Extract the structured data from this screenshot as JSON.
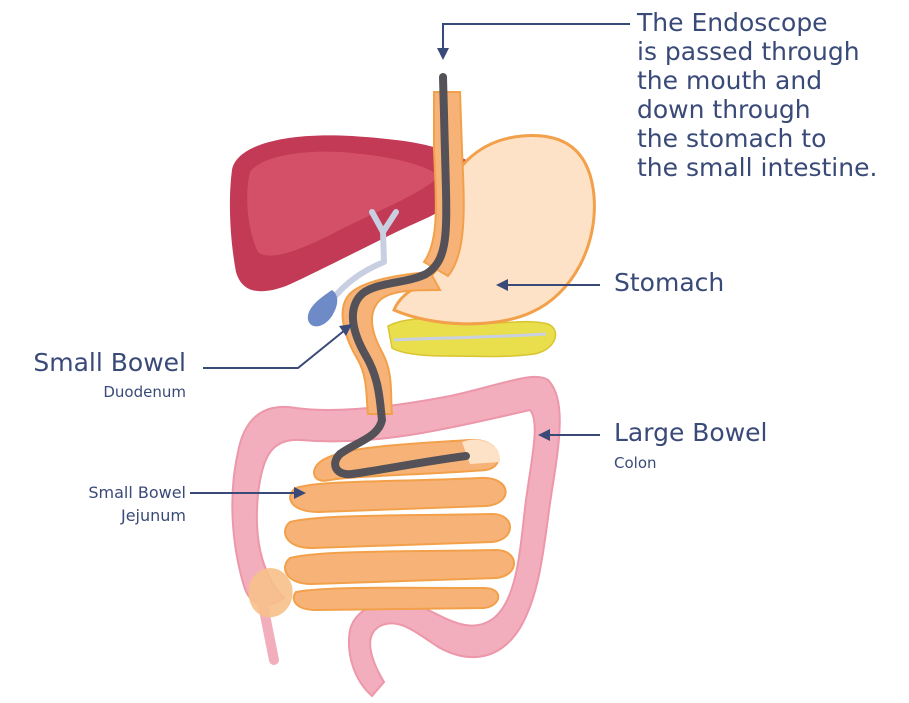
{
  "callout": {
    "lines": [
      "The Endoscope",
      "is passed through",
      "the mouth and",
      "down through",
      "the stomach to",
      "the small intestine."
    ]
  },
  "labels": {
    "stomach": "Stomach",
    "small_bowel_duodenum": {
      "title": "Small Bowel",
      "sub": "Duodenum"
    },
    "large_bowel": {
      "title": "Large Bowel",
      "sub": "Colon"
    },
    "small_bowel_jejunum": {
      "title": "Small Bowel",
      "sub": "Jejunum"
    }
  },
  "colors": {
    "text": "#3a4a78",
    "leader": "#3a4a78",
    "liver": "#c23a55",
    "liver_light": "#d8586f",
    "stomach_fill": "#fde2c8",
    "stomach_outline": "#f2a04a",
    "gut_fill": "#f7b377",
    "colon": "#f2aebc",
    "colon_light": "#f8cdd6",
    "pancreas": "#e9df4d",
    "gallbladder": "#6f8bc7",
    "bile_duct": "#c7cfe0",
    "endoscope": "#545258"
  }
}
